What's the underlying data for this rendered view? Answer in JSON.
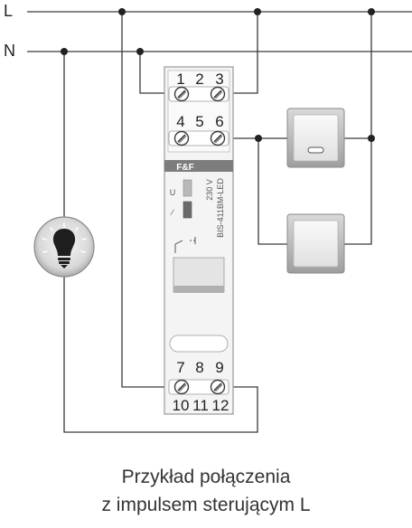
{
  "diagram": {
    "bus_lines": {
      "phase": "L",
      "neutral": "N"
    },
    "relay": {
      "brand": "F&F",
      "voltage": "230 V",
      "model": "BIS-411BM-LED",
      "top_terminal_labels_row1": [
        "1",
        "2",
        "3"
      ],
      "top_terminal_labels_row2": [
        "4",
        "5",
        "6"
      ],
      "bottom_terminal_labels_row1": [
        "7",
        "8",
        "9"
      ],
      "bottom_terminal_labels_row2": [
        "10",
        "11",
        "12"
      ],
      "indicator_labels": [
        "U",
        "⁄"
      ]
    }
  },
  "caption": {
    "line1": "Przykład połączenia",
    "line2": "z impulsem sterującym L"
  },
  "colors": {
    "wire": "#3a3a3a",
    "relay_body": "#f2f2f2",
    "brand_bar": "#7d7d7d",
    "switch_frame": "#a9a9a9"
  },
  "icons": [
    "lamp-icon",
    "push-button-icon",
    "screw-terminal-icon"
  ]
}
